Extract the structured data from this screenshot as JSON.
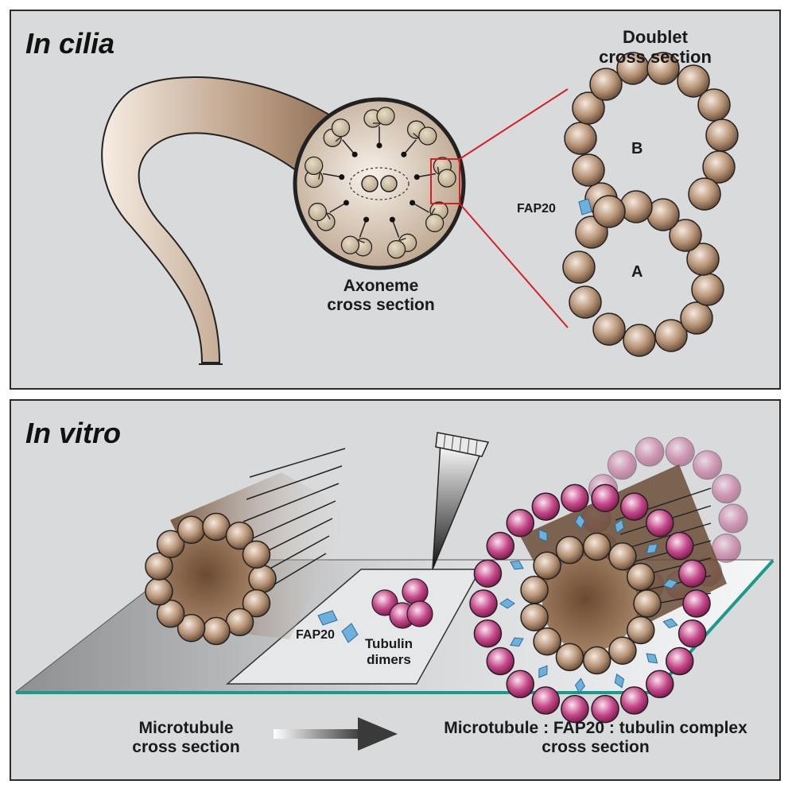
{
  "top_panel": {
    "title": "In cilia",
    "doublet_label_line1": "Doublet",
    "doublet_label_line2": "cross section",
    "tubule_b": "B",
    "tubule_a": "A",
    "fap20": "FAP20",
    "axoneme_label_line1": "Axoneme",
    "axoneme_label_line2": "cross section"
  },
  "bottom_panel": {
    "title": "In vitro",
    "fap20": "FAP20",
    "tubulin_line1": "Tubulin",
    "tubulin_line2": "dimers",
    "microtubule_label_line1": "Microtubule",
    "microtubule_label_line2": "cross section",
    "complex_label_line1": "Microtubule : FAP20 : tubulin complex",
    "complex_label_line2": "cross section"
  },
  "colors": {
    "panel_bg": "#d9dadb",
    "tubulin_brown": "#8a6a4f",
    "tubulin_magenta": "#b0286e",
    "fap20_blue": "#5aa0d0",
    "highlight_red": "#d41f26",
    "slide_edge_teal": "#1a9a8a"
  }
}
